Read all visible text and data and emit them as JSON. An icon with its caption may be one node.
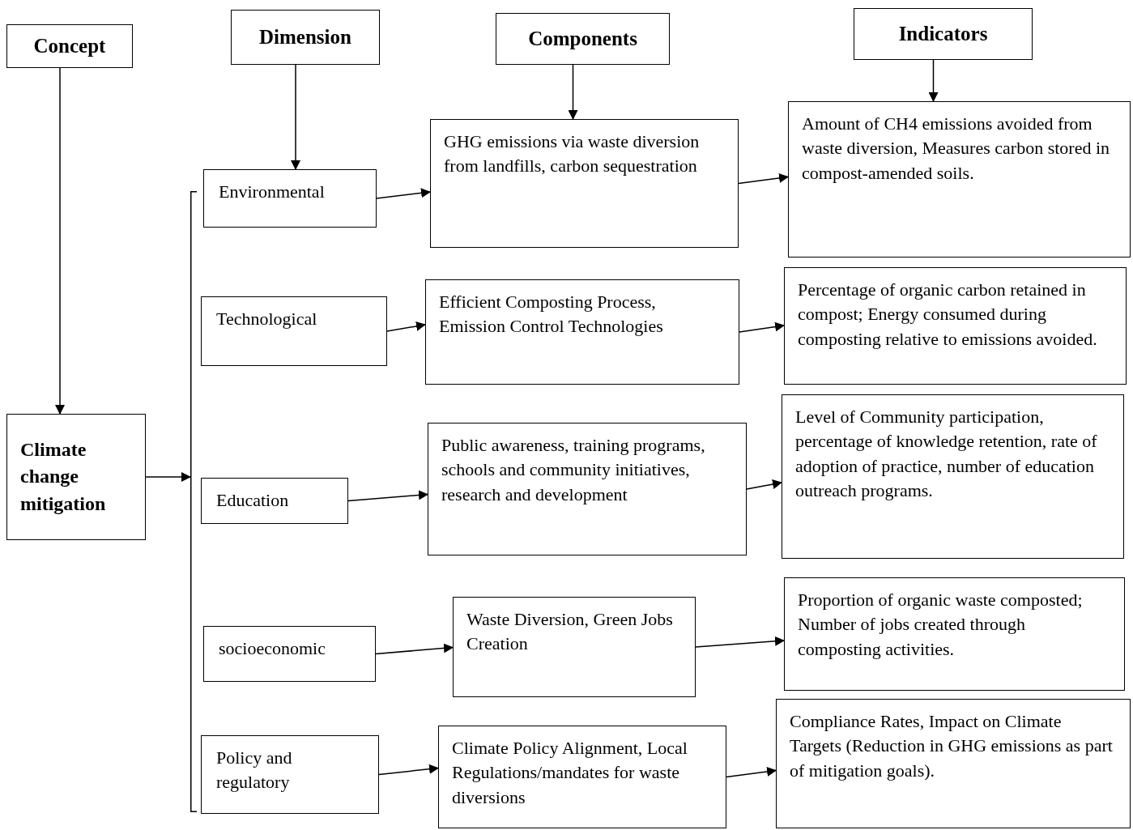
{
  "diagram": {
    "nodes": [
      {
        "text": [
          "Concept"
        ]
      },
      {
        "text": [
          "Dimension"
        ]
      },
      {
        "text": [
          "Components"
        ]
      },
      {
        "text": [
          "Indicators"
        ]
      },
      {
        "text": [
          "Climate change mitigation"
        ]
      },
      {
        "text": [
          "Environmental"
        ]
      },
      {
        "text": [
          "Technological"
        ]
      },
      {
        "text": [
          "Education"
        ]
      },
      {
        "text": [
          "socioeconomic"
        ]
      },
      {
        "text": [
          "Policy and regulatory"
        ]
      },
      {
        "text": [
          "GHG emissions via waste diversion from landfills, carbon sequestration"
        ]
      },
      {
        "text": [
          "Efficient Composting Process, Emission Control Technologies"
        ]
      },
      {
        "text": [
          "Public awareness, training programs, schools and community initiatives, research and development"
        ]
      },
      {
        "text": [
          "Waste Diversion, Green Jobs Creation"
        ]
      },
      {
        "text": [
          "Climate Policy Alignment, Local Regulations/mandates for waste diversions"
        ]
      },
      {
        "text": [
          "Amount of CH4 emissions avoided from waste diversion, Measures carbon stored in compost-amended soils."
        ]
      },
      {
        "text": [
          "Percentage of organic carbon retained in compost; Energy consumed during composting relative to emissions avoided."
        ]
      },
      {
        "text": [
          "Level of Community participation, percentage of knowledge retention, rate of adoption of practice, number of education outreach programs."
        ]
      },
      {
        "text": [
          "Proportion of organic waste composted; Number of jobs created through composting activities."
        ]
      },
      {
        "text": [
          "Compliance Rates, Impact on Climate Targets (Reduction in GHG emissions as part of mitigation goals)."
        ]
      },
      {
        "text": [],
        "shape": "bar"
      }
    ],
    "edges": [
      {
        "from": 0,
        "to": 4,
        "arrow": "to"
      },
      {
        "from": 1,
        "to": 5,
        "arrow": "to"
      },
      {
        "from": 2,
        "to": 10,
        "arrow": "to"
      },
      {
        "from": 3,
        "to": 15,
        "arrow": "to"
      },
      {
        "from": 4,
        "to": 20,
        "arrow": "to"
      },
      {
        "from": 5,
        "to": 10,
        "arrow": "to"
      },
      {
        "from": 6,
        "to": 11,
        "arrow": "to"
      },
      {
        "from": 7,
        "to": 12,
        "arrow": "to"
      },
      {
        "from": 8,
        "to": 13,
        "arrow": "to"
      },
      {
        "from": 9,
        "to": 14,
        "arrow": "to"
      },
      {
        "from": 10,
        "to": 15,
        "arrow": "to"
      },
      {
        "from": 11,
        "to": 16,
        "arrow": "to"
      },
      {
        "from": 12,
        "to": 17,
        "arrow": "to"
      },
      {
        "from": 13,
        "to": 18,
        "arrow": "to"
      },
      {
        "from": 14,
        "to": 19,
        "arrow": "to"
      }
    ]
  }
}
